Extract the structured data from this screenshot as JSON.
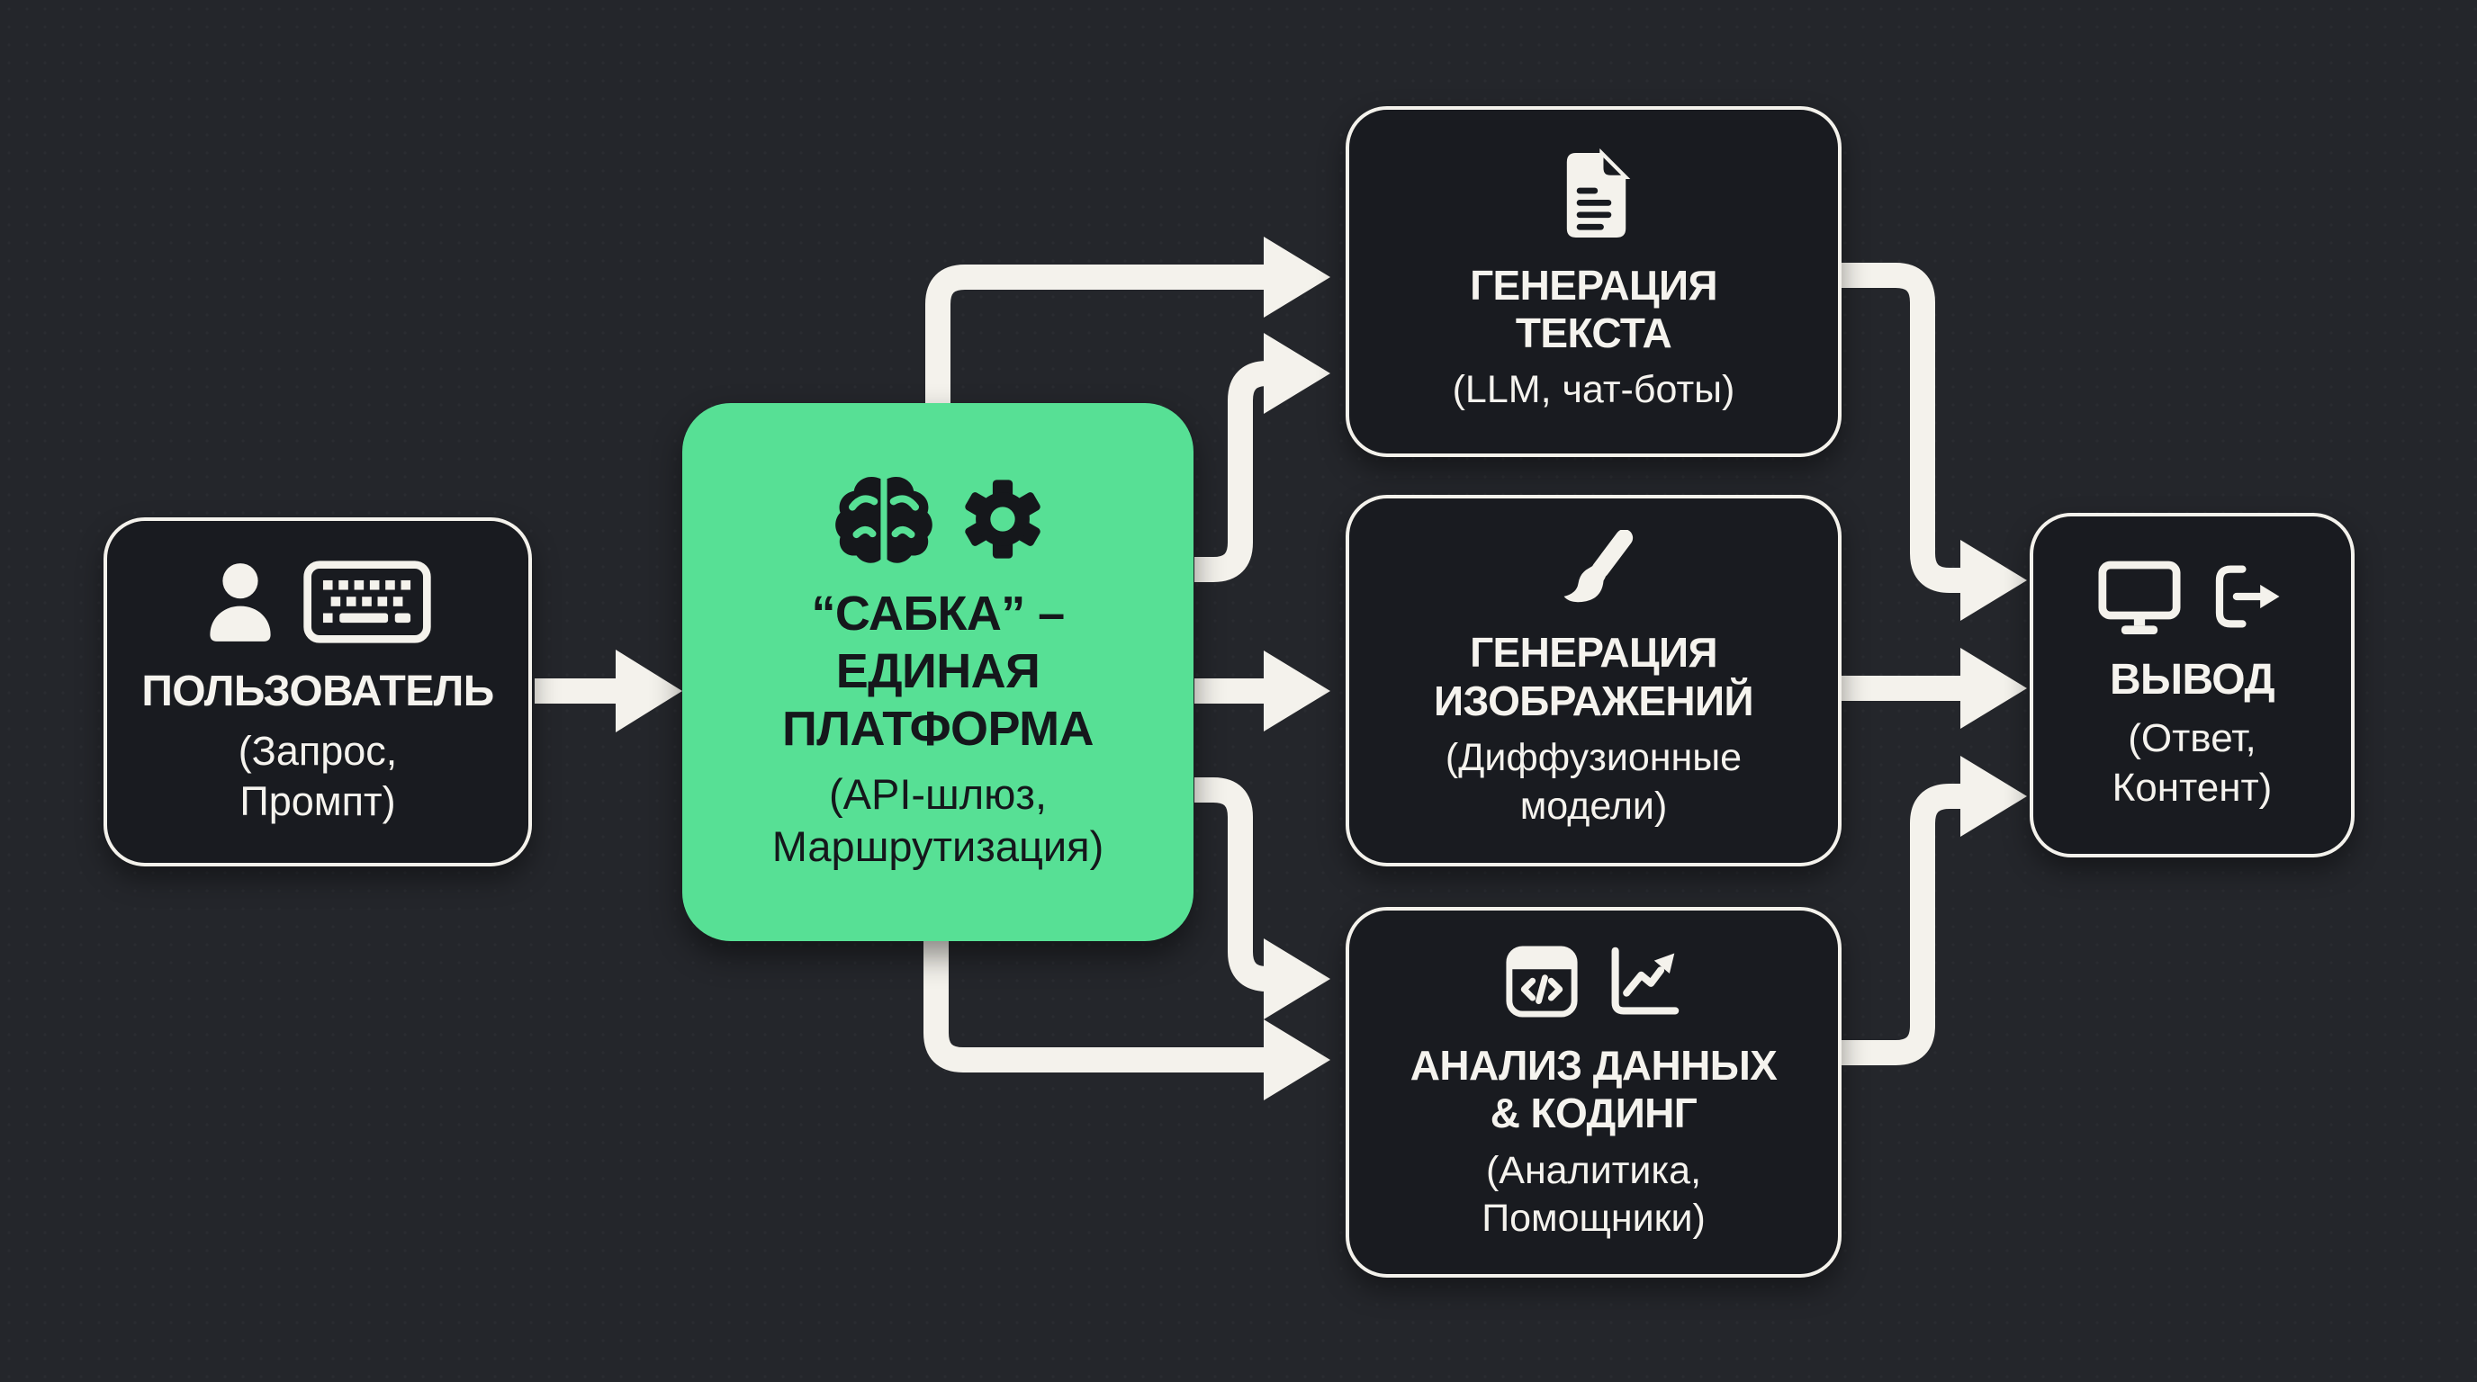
{
  "colors": {
    "background": "#24262b",
    "node_fill": "#191b20",
    "node_border": "#f4f2ec",
    "arrow": "#f4f2ec",
    "accent_green": "#57e095",
    "dark_text": "#15171b",
    "light_text": "#f5f3ee"
  },
  "nodes": {
    "user": {
      "title": "ПОЛЬЗОВАТЕЛЬ",
      "subtitle_line1": "(Запрос,",
      "subtitle_line2": "Промпт)",
      "icons": [
        "user-icon",
        "keyboard-icon"
      ]
    },
    "platform": {
      "title_line1": "“САБКА” –",
      "title_line2": "ЕДИНАЯ",
      "title_line3": "ПЛАТФОРМА",
      "subtitle_line1": "(API-шлюз,",
      "subtitle_line2": "Маршрутизация)",
      "icons": [
        "brain-icon",
        "gear-icon"
      ]
    },
    "text_generation": {
      "title_line1": "ГЕНЕРАЦИЯ",
      "title_line2": "ТЕКСТА",
      "subtitle_line1": "(LLM, чат-боты)",
      "icons": [
        "document-icon"
      ]
    },
    "image_generation": {
      "title_line1": "ГЕНЕРАЦИЯ",
      "title_line2": "ИЗОБРАЖЕНИЙ",
      "subtitle_line1": "(Диффузионные",
      "subtitle_line2": "модели)",
      "icons": [
        "paintbrush-icon"
      ]
    },
    "data_analysis": {
      "title_line1": "АНАЛИЗ ДАННЫХ",
      "title_line2": "& КОДИНГ",
      "subtitle_line1": "(Аналитика,",
      "subtitle_line2": "Помощники)",
      "icons": [
        "code-window-icon",
        "chart-up-icon"
      ]
    },
    "output": {
      "title": "ВЫВОД",
      "subtitle_line1": "(Ответ,",
      "subtitle_line2": "Контент)",
      "icons": [
        "monitor-icon",
        "export-icon"
      ]
    }
  },
  "edges": [
    {
      "from": "user",
      "to": "platform"
    },
    {
      "from": "platform",
      "to": "text_generation",
      "route": "top"
    },
    {
      "from": "platform",
      "to": "text_generation",
      "route": "side"
    },
    {
      "from": "platform",
      "to": "image_generation",
      "route": "straight"
    },
    {
      "from": "platform",
      "to": "data_analysis",
      "route": "side"
    },
    {
      "from": "platform",
      "to": "data_analysis",
      "route": "bottom"
    },
    {
      "from": "text_generation",
      "to": "output"
    },
    {
      "from": "image_generation",
      "to": "output"
    },
    {
      "from": "data_analysis",
      "to": "output"
    }
  ]
}
